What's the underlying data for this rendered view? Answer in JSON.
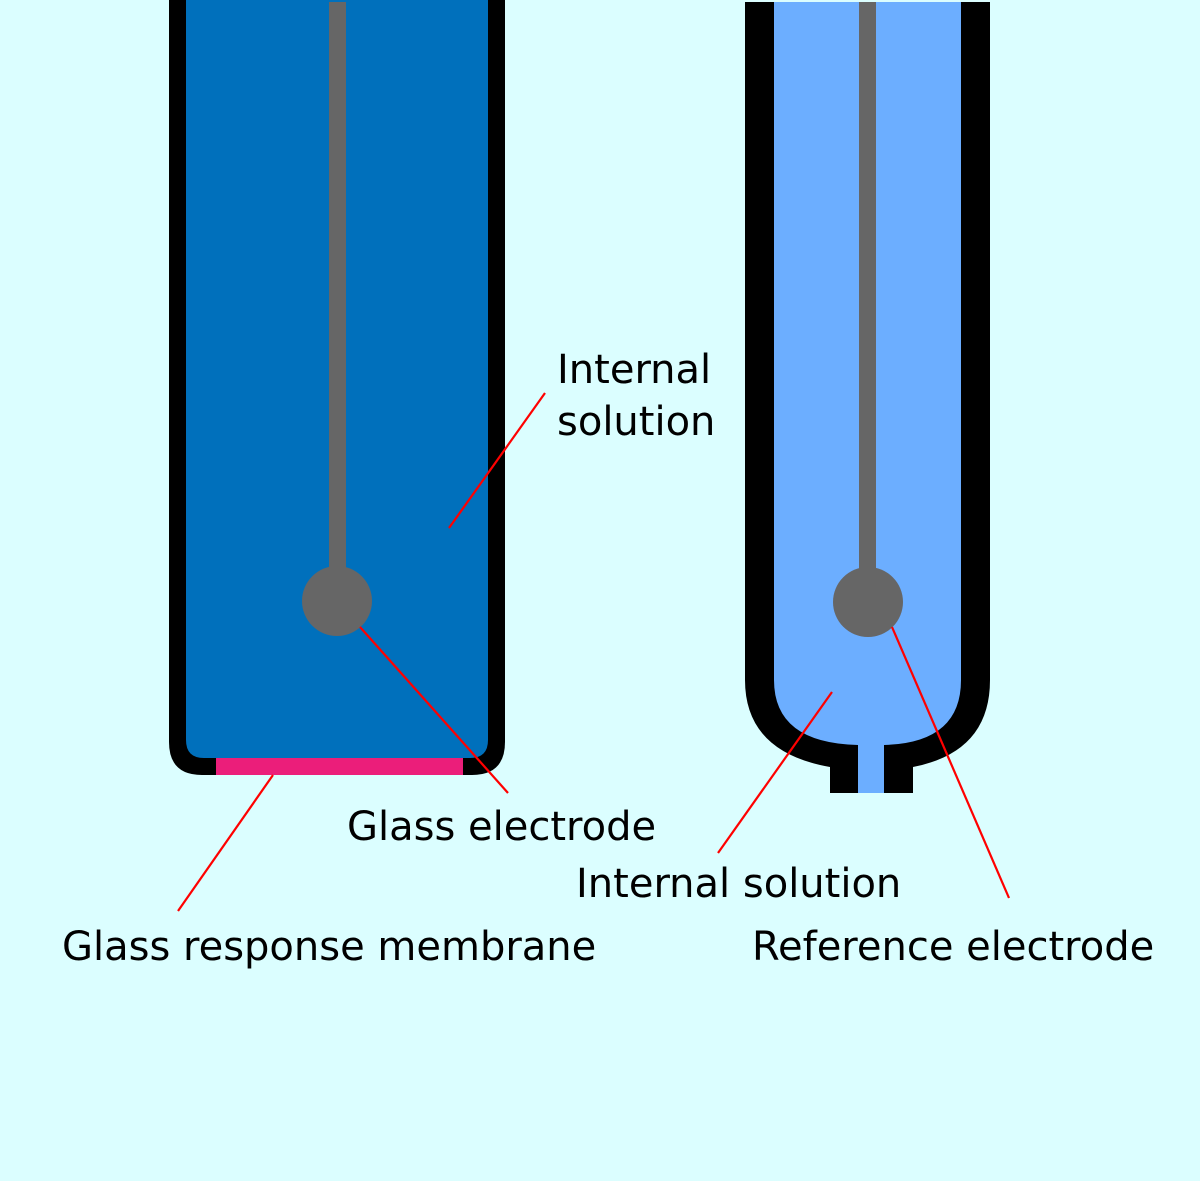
{
  "diagram": {
    "title": "Glass electrode and reference electrode",
    "colors": {
      "background": "#DBFEFF",
      "glass_wall": "#000000",
      "glass_electrode_solution": "#0070BC",
      "reference_electrode_solution": "#6CAEFF",
      "wire": "#666666",
      "membrane": "#EB1E7A",
      "leader_line": "#FF0000"
    },
    "labels": {
      "internal_solution_glass_line1": "Internal",
      "internal_solution_glass_line2": "solution",
      "glass_electrode": "Glass electrode",
      "glass_response_membrane": "Glass response membrane",
      "internal_solution_reference": "Internal solution",
      "reference_electrode": "Reference electrode"
    }
  }
}
